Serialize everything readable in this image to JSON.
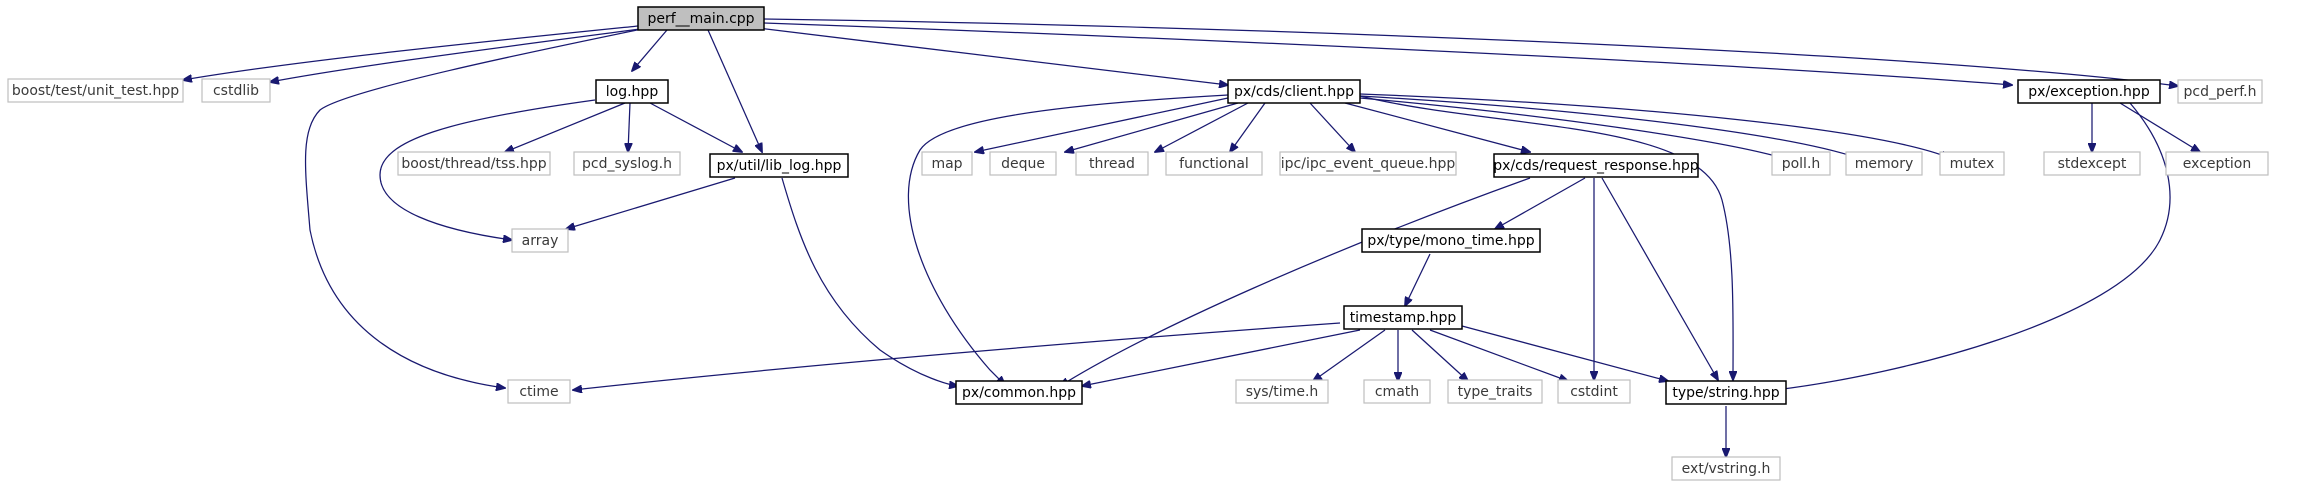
{
  "diagram": {
    "nodes": {
      "perf_main": "perf__main.cpp",
      "unit_test": "boost/test/unit_test.hpp",
      "cstdlib": "cstdlib",
      "log": "log.hpp",
      "client": "px/cds/client.hpp",
      "exception_hpp": "px/exception.hpp",
      "pcd_perf": "pcd_perf.h",
      "tss": "boost/thread/tss.hpp",
      "pcd_syslog": "pcd_syslog.h",
      "lib_log": "px/util/lib_log.hpp",
      "map": "map",
      "deque": "deque",
      "thread": "thread",
      "functional": "functional",
      "ipc_event_queue": "ipc/ipc_event_queue.hpp",
      "request_response": "px/cds/request_response.hpp",
      "poll": "poll.h",
      "memory": "memory",
      "mutex": "mutex",
      "stdexcept": "stdexcept",
      "exception": "exception",
      "array": "array",
      "mono_time": "px/type/mono_time.hpp",
      "timestamp": "timestamp.hpp",
      "ctime": "ctime",
      "common": "px/common.hpp",
      "systime": "sys/time.h",
      "cmath": "cmath",
      "type_traits": "type_traits",
      "cstdint": "cstdint",
      "type_string": "type/string.hpp",
      "vstring": "ext/vstring.h"
    },
    "edges": [
      [
        "perf_main",
        "unit_test"
      ],
      [
        "perf_main",
        "cstdlib"
      ],
      [
        "perf_main",
        "log"
      ],
      [
        "perf_main",
        "ctime"
      ],
      [
        "perf_main",
        "lib_log"
      ],
      [
        "perf_main",
        "client"
      ],
      [
        "perf_main",
        "exception_hpp"
      ],
      [
        "perf_main",
        "pcd_perf"
      ],
      [
        "log",
        "tss"
      ],
      [
        "log",
        "pcd_syslog"
      ],
      [
        "log",
        "lib_log"
      ],
      [
        "log",
        "array"
      ],
      [
        "lib_log",
        "array"
      ],
      [
        "lib_log",
        "common"
      ],
      [
        "client",
        "map"
      ],
      [
        "client",
        "deque"
      ],
      [
        "client",
        "thread"
      ],
      [
        "client",
        "functional"
      ],
      [
        "client",
        "ipc_event_queue"
      ],
      [
        "client",
        "request_response"
      ],
      [
        "client",
        "poll"
      ],
      [
        "client",
        "memory"
      ],
      [
        "client",
        "mutex"
      ],
      [
        "client",
        "common"
      ],
      [
        "client",
        "type_string"
      ],
      [
        "request_response",
        "mono_time"
      ],
      [
        "request_response",
        "common"
      ],
      [
        "request_response",
        "cstdint"
      ],
      [
        "request_response",
        "type_string"
      ],
      [
        "mono_time",
        "timestamp"
      ],
      [
        "timestamp",
        "ctime"
      ],
      [
        "timestamp",
        "common"
      ],
      [
        "timestamp",
        "systime"
      ],
      [
        "timestamp",
        "cmath"
      ],
      [
        "timestamp",
        "type_traits"
      ],
      [
        "timestamp",
        "cstdint"
      ],
      [
        "timestamp",
        "type_string"
      ],
      [
        "type_string",
        "vstring"
      ],
      [
        "exception_hpp",
        "stdexcept"
      ],
      [
        "exception_hpp",
        "exception"
      ],
      [
        "exception_hpp",
        "type_string"
      ]
    ]
  }
}
